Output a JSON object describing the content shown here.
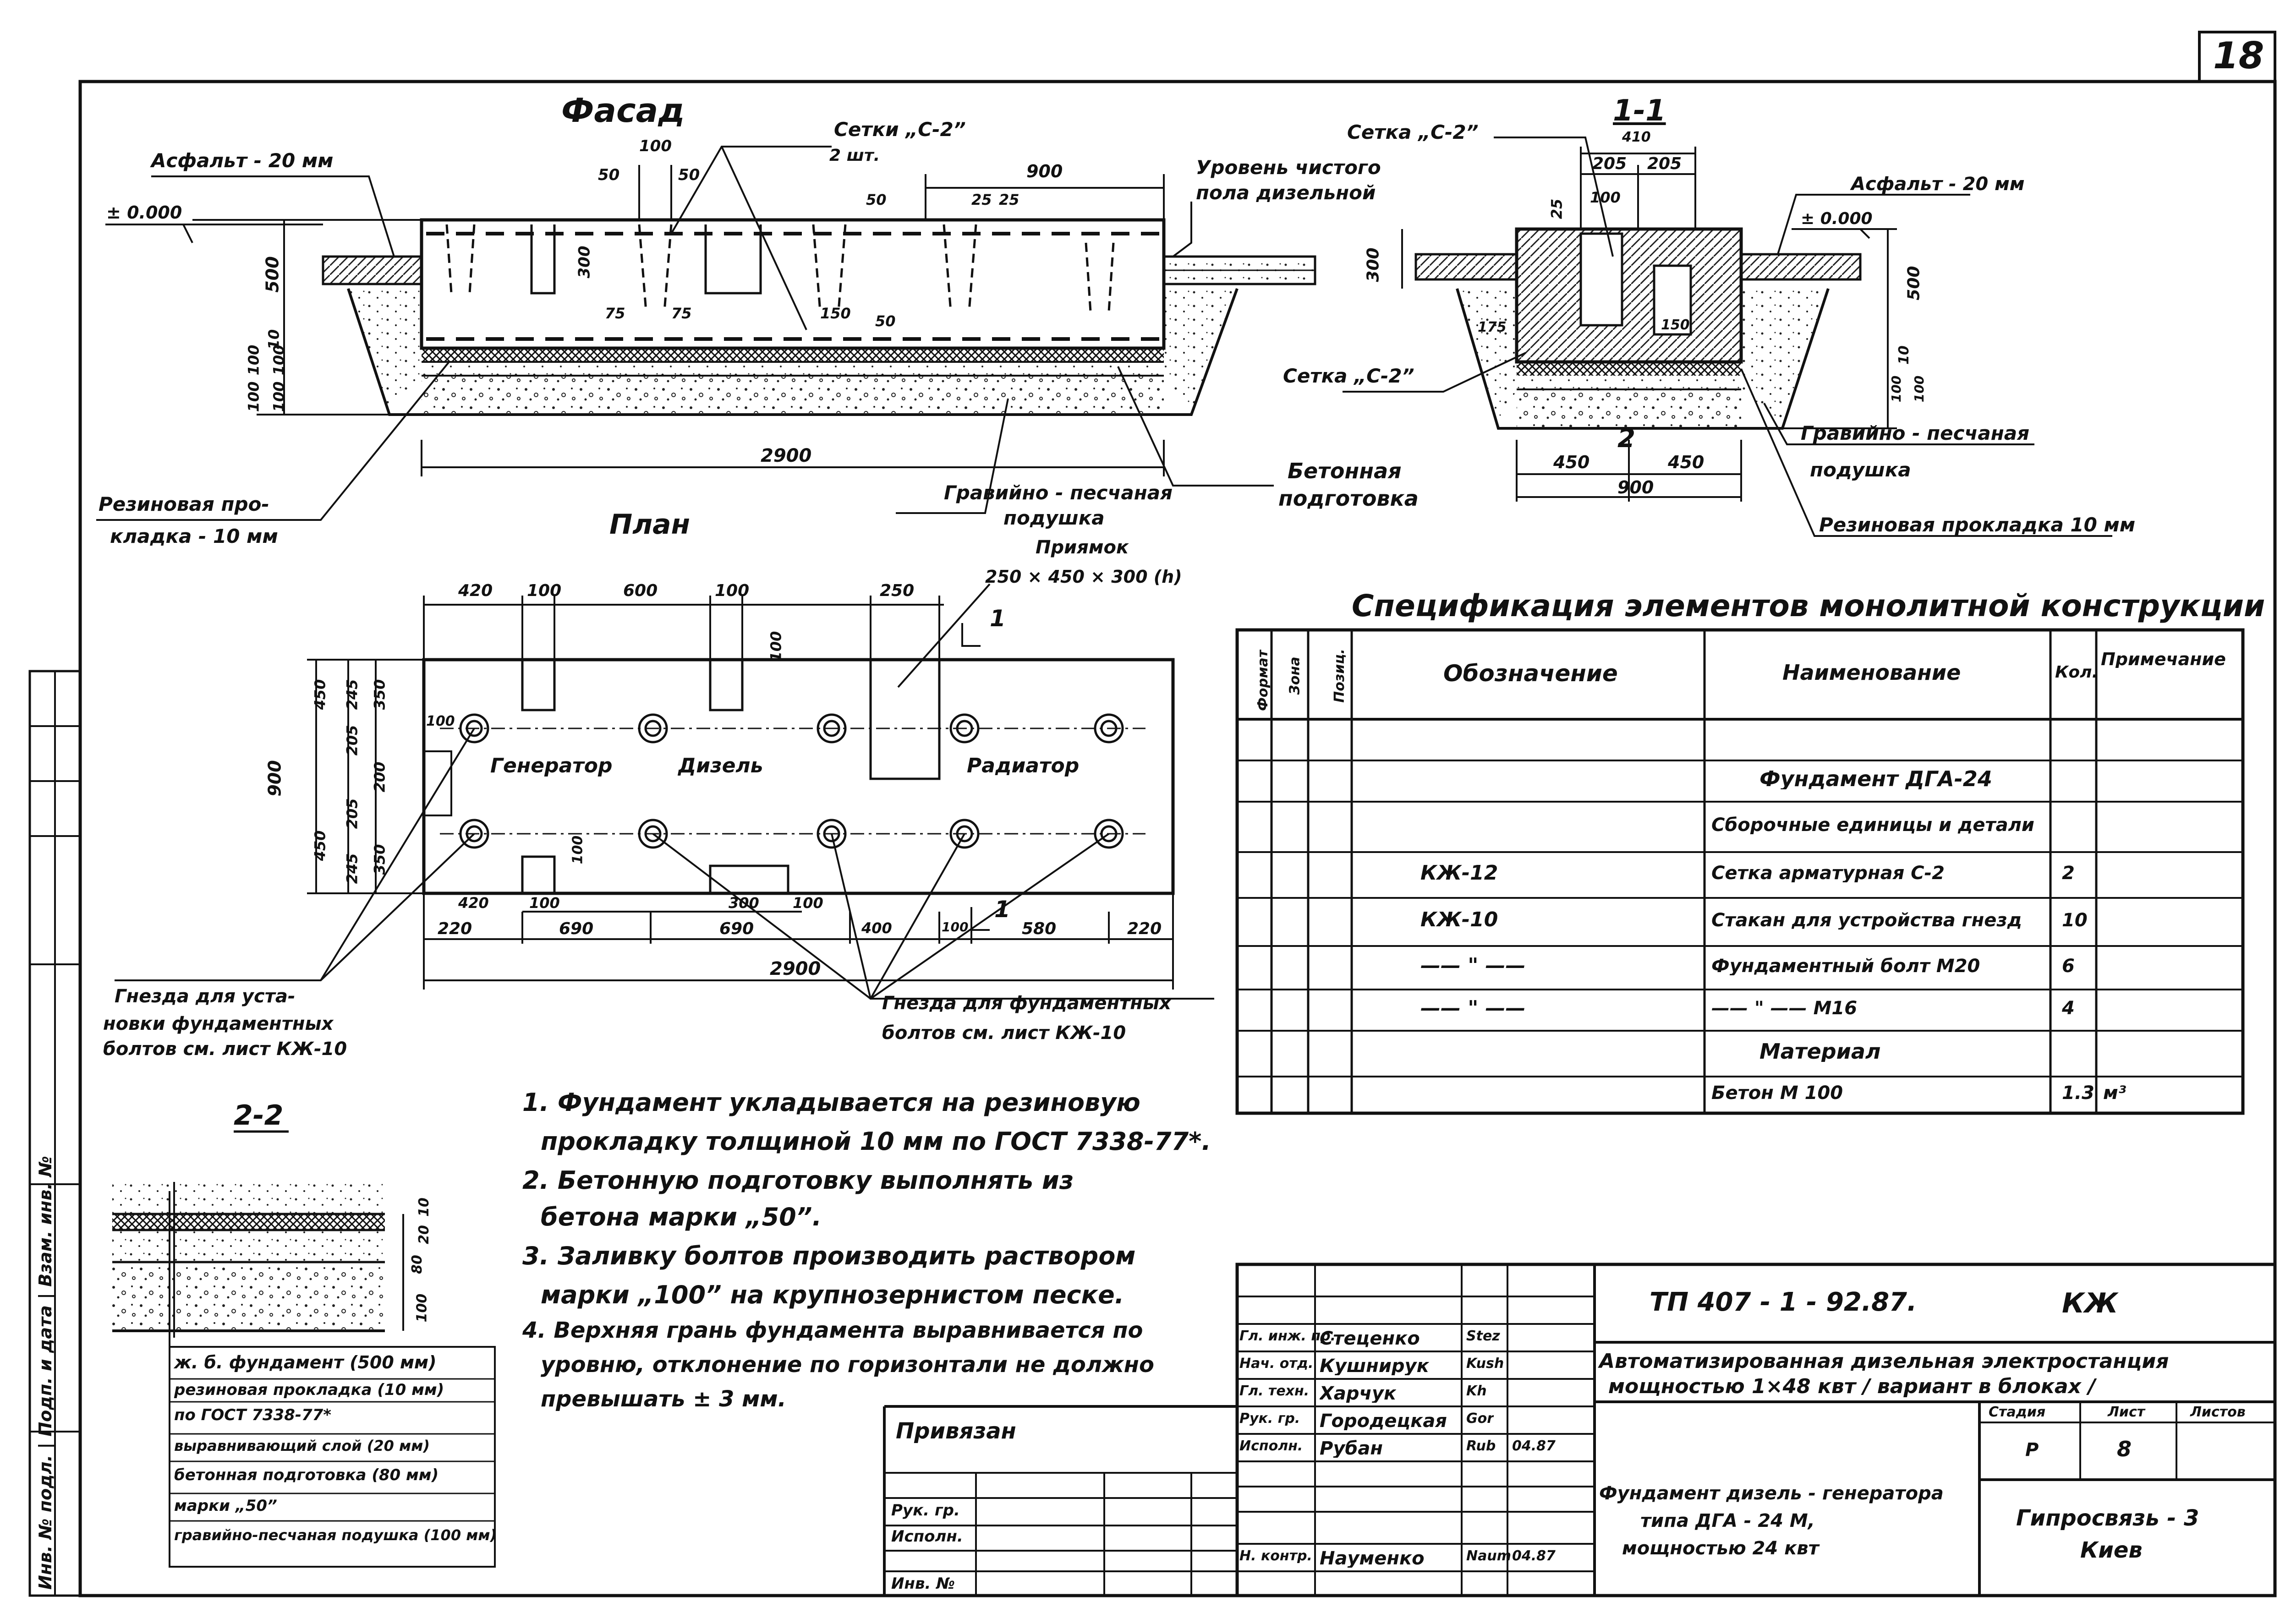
{
  "sheet_number": "18",
  "facade": {
    "title": "Фасад",
    "asphalt": "Асфальт - 20 мм",
    "zero_mark": "± 0.000",
    "mesh_c2": "Сетки „С-2”",
    "mesh_count": "2 шт.",
    "floor_level_1": "Уровень чистого",
    "floor_level_2": "пола дизельной",
    "rubber_1": "Резиновая про-",
    "rubber_2": "кладка - 10 мм",
    "concrete_prep_1": "Бетонная",
    "concrete_prep_2": "подготовка",
    "gravel_1": "Гравийно - песчаная",
    "gravel_2": "подушка",
    "dims": {
      "d100": "100",
      "d50a": "50",
      "d50b": "50",
      "d900": "900",
      "d300": "300",
      "d75a": "75",
      "d75b": "75",
      "d150": "150",
      "d25a": "25",
      "d25b": "25",
      "d50c": "50",
      "d50d": "50",
      "d500": "500",
      "d10": "10",
      "d100b": "100",
      "d100c": "100",
      "d100d": "100",
      "d100e": "100",
      "d2900": "2900"
    }
  },
  "section11": {
    "title": "1-1",
    "mesh_top": "Сетка „С-2”",
    "mesh_side": "Сетка „С-2”",
    "asphalt": "Асфальт - 20 мм",
    "zero_mark": "± 0.000",
    "gravel_1": "Гравийно - песчаная",
    "gravel_2": "подушка",
    "rubber": "Резиновая прокладка 10 мм",
    "section_mark": "2",
    "dims": {
      "d410": "410",
      "d205a": "205",
      "d205b": "205",
      "d100": "100",
      "d25": "25",
      "d300": "300",
      "d175": "175",
      "d150": "150",
      "d500": "500",
      "d10": "10",
      "d100a": "100",
      "d100b": "100",
      "d450a": "450",
      "d450b": "450",
      "d900": "900"
    }
  },
  "plan": {
    "title": "План",
    "pit_1": "Приямок",
    "pit_2": "250 × 450 × 300 (h)",
    "generator": "Генератор",
    "diesel": "Дизель",
    "radiator": "Радиатор",
    "section_mark": "1",
    "sockets_left_1": "Гнезда для уста-",
    "sockets_left_2": "новки фундаментных",
    "sockets_left_3": "болтов см. лист КЖ-10",
    "sockets_right_1": "Гнезда для фундаментных",
    "sockets_right_2": "болтов см. лист КЖ-10",
    "dims_top": [
      "420",
      "100",
      "600",
      "100",
      "250"
    ],
    "dim_100": "100",
    "dims_left": [
      "450",
      "205",
      "245",
      "350",
      "200",
      "450",
      "205",
      "245",
      "350"
    ],
    "dim_900": "900",
    "dims_bottom_inner": [
      "420",
      "100",
      "300",
      "100",
      "100",
      "100"
    ],
    "dims_bottom": [
      "220",
      "690",
      "690",
      "400",
      "100",
      "580",
      "220"
    ],
    "dim_total": "2900"
  },
  "section22": {
    "title": "2-2",
    "dims": [
      "10",
      "20",
      "80",
      "100"
    ],
    "legend": [
      "ж. б. фундамент (500 мм)",
      "резиновая прокладка (10 мм)",
      "по ГОСТ 7338-77*",
      "выравнивающий слой (20 мм)",
      "бетонная подготовка (80 мм)",
      "марки „50”",
      "гравийно-песчаная подушка (100 мм)"
    ]
  },
  "notes": [
    "1. Фундамент укладывается на резиновую",
    "прокладку толщиной 10 мм по ГОСТ 7338-77*.",
    "2. Бетонную подготовку выполнять из",
    "бетона марки „50”.",
    "3. Заливку болтов производить раствором",
    "марки „100” на крупнозернистом песке.",
    "4. Верхняя грань фундамента выравнивается по",
    "уровню, отклонение по горизонтали не должно",
    "превышать ± 3 мм."
  ],
  "spec": {
    "title": "Спецификация элементов монолитной конструкции",
    "headers": {
      "format": "Формат",
      "zone": "Зона",
      "pos": "Позиц.",
      "designation": "Обозначение",
      "name": "Наименование",
      "qty": "Кол.",
      "note": "Примечание"
    },
    "rows": [
      {
        "designation": "",
        "name": "Фундамент ДГА-24",
        "qty": "",
        "note": ""
      },
      {
        "designation": "",
        "name": "Сборочные единицы и детали",
        "qty": "",
        "note": ""
      },
      {
        "designation": "КЖ-12",
        "name": "Сетка арматурная С-2",
        "qty": "2",
        "note": ""
      },
      {
        "designation": "КЖ-10",
        "name": "Стакан для устройства гнезд",
        "qty": "10",
        "note": ""
      },
      {
        "designation": "—— \" ——",
        "name": "Фундаментный болт М20",
        "qty": "6",
        "note": ""
      },
      {
        "designation": "—— \" ——",
        "name": "—— \" —— М16",
        "qty": "4",
        "note": ""
      },
      {
        "designation": "",
        "name": "Материал",
        "qty": "",
        "note": ""
      },
      {
        "designation": "",
        "name": "Бетон М 100",
        "qty": "1.3",
        "note": "м³"
      },
      {
        "designation": "",
        "name": "",
        "qty": "",
        "note": ""
      }
    ]
  },
  "title_block": {
    "doc_code": "ТП 407 - 1 - 92.87.",
    "mark": "КЖ",
    "project_1": "Автоматизированная дизельная электростанция",
    "project_2": "мощностью 1×48 квт / вариант в блоках /",
    "sheet_title_1": "Фундамент дизель - генератора",
    "sheet_title_2": "типа ДГА - 24 М,",
    "sheet_title_3": "мощностью 24 квт",
    "org_1": "Гипросвязь - 3",
    "org_2": "Киев",
    "stage_label": "Стадия",
    "sheet_label": "Лист",
    "sheets_label": "Листов",
    "stage": "Р",
    "sheet": "8",
    "sheets": "",
    "bound_label": "Привязан",
    "bind_rows": [
      "Рук. гр.",
      "Исполн.",
      "Инв. №"
    ],
    "staff": [
      {
        "role": "Гл. инж. пр.",
        "name": "Стеценко",
        "sign": "Stez",
        "date": ""
      },
      {
        "role": "Нач. отд.",
        "name": "Кушнирук",
        "sign": "Kush",
        "date": ""
      },
      {
        "role": "Гл. техн.",
        "name": "Харчук",
        "sign": "Kh",
        "date": ""
      },
      {
        "role": "Рук. гр.",
        "name": "Городецкая",
        "sign": "Gor",
        "date": ""
      },
      {
        "role": "Исполн.",
        "name": "Рубан",
        "sign": "Rub",
        "date": "04.87"
      },
      {
        "role": "Н. контр.",
        "name": "Науменко",
        "sign": "Naum",
        "date": "04.87"
      }
    ]
  },
  "left_stamp": "Инв. № подл. | Подп. и дата | Взам. инв. №"
}
